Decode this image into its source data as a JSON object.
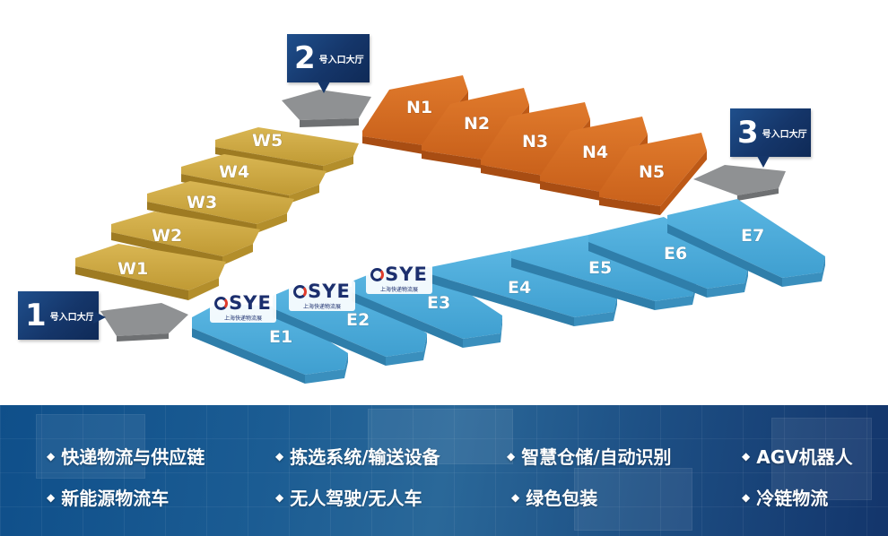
{
  "halls": {
    "west": [
      {
        "id": "W1",
        "label": "W1"
      },
      {
        "id": "W2",
        "label": "W2"
      },
      {
        "id": "W3",
        "label": "W3"
      },
      {
        "id": "W4",
        "label": "W4"
      },
      {
        "id": "W5",
        "label": "W5"
      }
    ],
    "north": [
      {
        "id": "N1",
        "label": "N1"
      },
      {
        "id": "N2",
        "label": "N2"
      },
      {
        "id": "N3",
        "label": "N3"
      },
      {
        "id": "N4",
        "label": "N4"
      },
      {
        "id": "N5",
        "label": "N5"
      }
    ],
    "east": [
      {
        "id": "E1",
        "label": "E1"
      },
      {
        "id": "E2",
        "label": "E2"
      },
      {
        "id": "E3",
        "label": "E3"
      },
      {
        "id": "E4",
        "label": "E4"
      },
      {
        "id": "E5",
        "label": "E5"
      },
      {
        "id": "E6",
        "label": "E6"
      },
      {
        "id": "E7",
        "label": "E7"
      }
    ]
  },
  "entrances": [
    {
      "number": "1",
      "label": "号入口大厅"
    },
    {
      "number": "2",
      "label": "号入口大厅"
    },
    {
      "number": "3",
      "label": "号入口大厅"
    }
  ],
  "brand": {
    "word": "SYE",
    "subtitle": "上海快递物流展"
  },
  "colors": {
    "west_halls": "#c9a53c",
    "north_halls": "#d3691f",
    "east_halls": "#4aa7d6",
    "entrance_pad": "#8f9193",
    "sign_blue": "#15366a"
  },
  "categories": [
    {
      "label": "快递物流与供应链"
    },
    {
      "label": "拣选系统/输送设备"
    },
    {
      "label": "智慧仓储/自动识别"
    },
    {
      "label": "AGV机器人"
    },
    {
      "label": "新能源物流车"
    },
    {
      "label": "无人驾驶/无人车"
    },
    {
      "label": "绿色包装"
    },
    {
      "label": "冷链物流"
    }
  ]
}
